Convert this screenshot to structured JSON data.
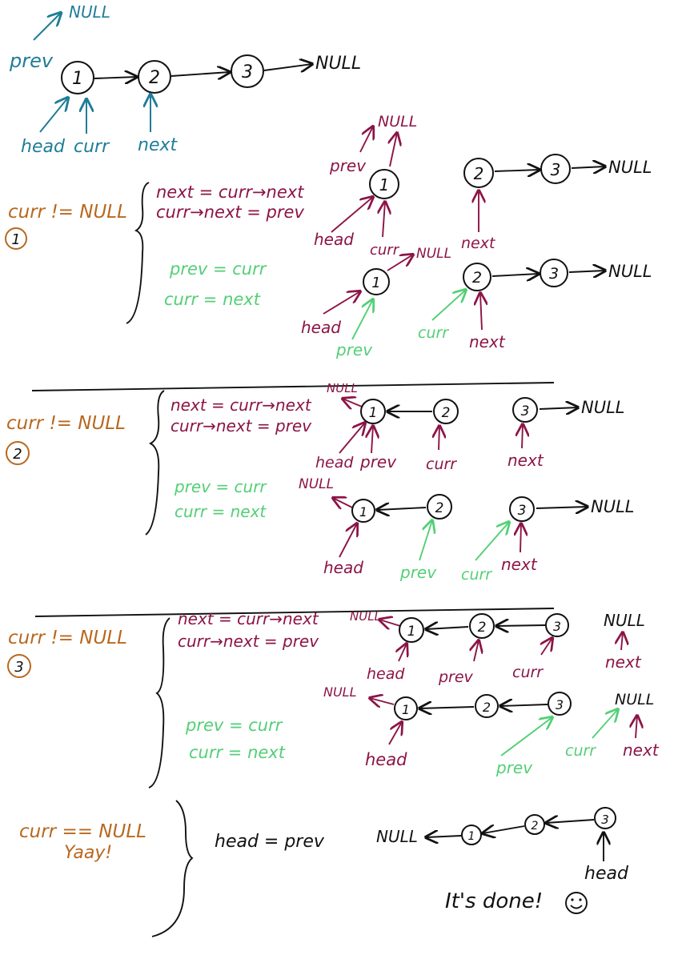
{
  "null_label": "NULL",
  "nodes": {
    "n1": "1",
    "n2": "2",
    "n3": "3"
  },
  "pointers": {
    "head": "head",
    "curr": "curr",
    "next": "next",
    "prev": "prev"
  },
  "intro": {
    "prev": "prev",
    "head": "head",
    "curr": "curr",
    "next": "next"
  },
  "loop_condition": "curr != NULL",
  "code": {
    "next_assign": "next = curr→next",
    "link_assign": "curr→next = prev",
    "prev_assign": "prev = curr",
    "curr_assign": "curr = next"
  },
  "iterations": [
    {
      "label": "1"
    },
    {
      "label": "2"
    },
    {
      "label": "3"
    }
  ],
  "final": {
    "condition": "curr == NULL",
    "exclaim": "Yaay!",
    "code": "head = prev",
    "done": "It's done!"
  },
  "colors": {
    "teal": "#1f7d98",
    "maroon": "#8c1446",
    "green": "#53cf76",
    "orange": "#b8681e",
    "ink": "#111111"
  }
}
